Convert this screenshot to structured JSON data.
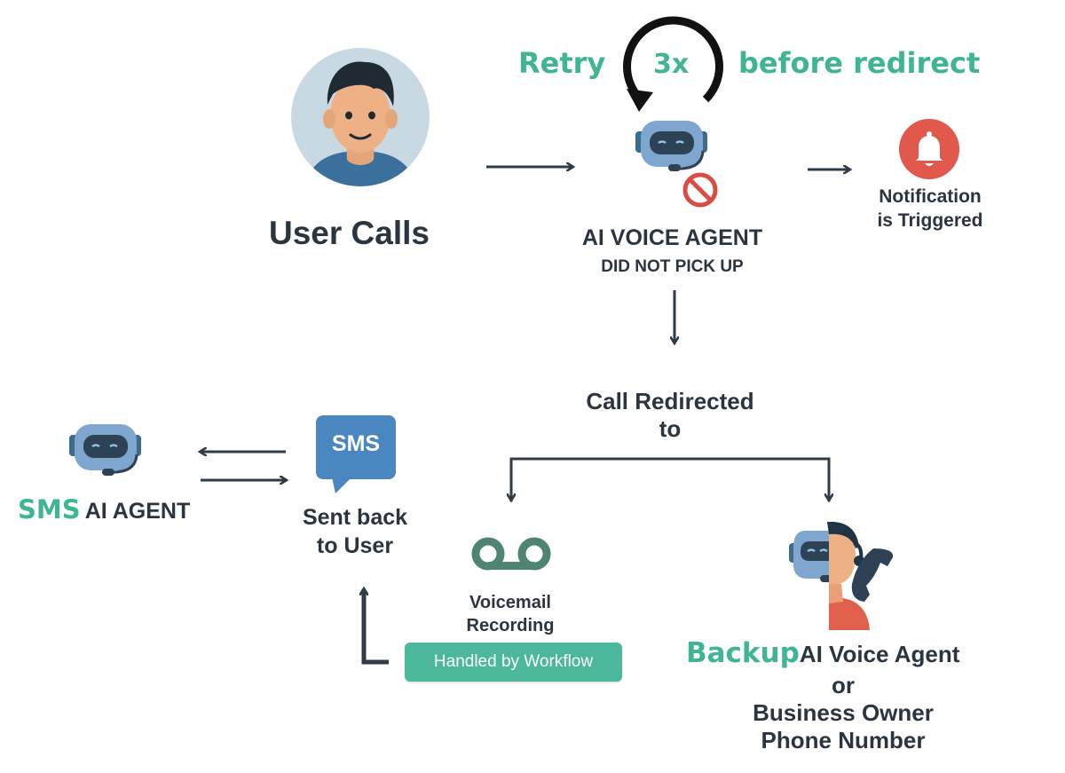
{
  "retry": {
    "prefix": "Retry",
    "count": "3x",
    "suffix": "before redirect"
  },
  "user": {
    "label": "User Calls"
  },
  "voice_agent": {
    "title": "AI VOICE AGENT",
    "status": "DID NOT PICK UP"
  },
  "notification": {
    "line1": "Notification",
    "line2": "is Triggered"
  },
  "redirect": {
    "line1": "Call Redirected",
    "line2": "to"
  },
  "sms": {
    "bubble": "SMS",
    "line1": "Sent back",
    "line2": "to User"
  },
  "sms_agent": {
    "prefix": "SMS",
    "label": "AI AGENT"
  },
  "voicemail": {
    "line1": "Voicemail",
    "line2": "Recording"
  },
  "workflow": {
    "label": "Handled by Workflow"
  },
  "backup": {
    "prefix": "Backup",
    "line1": "AI Voice Agent",
    "line2": "or",
    "line3": "Business Owner",
    "line4": "Phone Number"
  },
  "colors": {
    "accent": "#3fb593",
    "text": "#2f3b46",
    "robot": "#7fa6cf",
    "alert": "#e1584d",
    "avatar_bg": "#c9d9e4"
  }
}
